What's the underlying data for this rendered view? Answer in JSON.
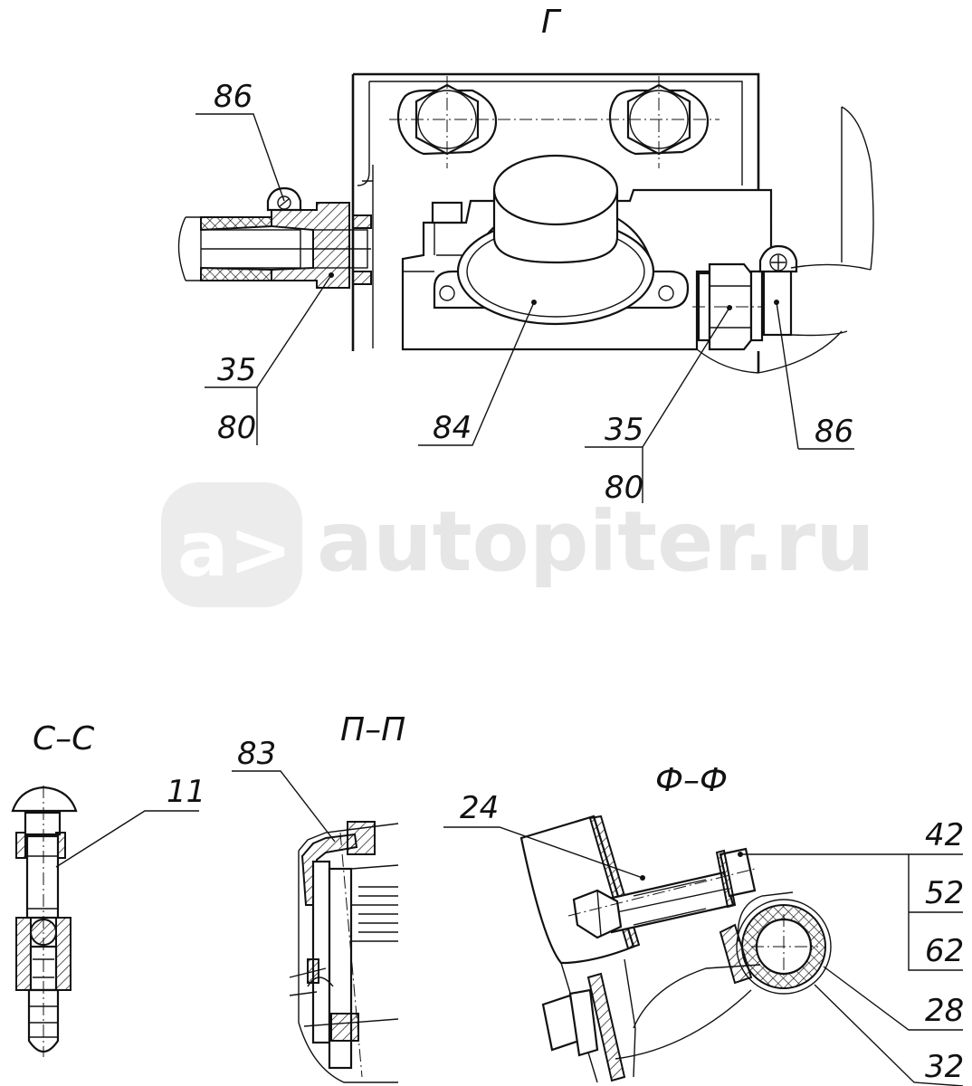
{
  "views": {
    "view_g": {
      "title": "Г"
    },
    "view_cc": {
      "title": "С–С"
    },
    "view_pp": {
      "title": "П–П"
    },
    "view_ff": {
      "title": "Ф–Ф"
    }
  },
  "callouts": {
    "g_86_left": "86",
    "g_35_left": "35",
    "g_80_left": "80",
    "g_84": "84",
    "g_35_right": "35",
    "g_80_right": "80",
    "g_86_right": "86",
    "cc_11": "11",
    "pp_83": "83",
    "ff_24": "24",
    "ff_42": "42",
    "ff_52": "52",
    "ff_62": "62",
    "ff_28": "28",
    "ff_32": "32"
  },
  "watermark": {
    "logo": "a>",
    "text": "autopiter.ru"
  }
}
